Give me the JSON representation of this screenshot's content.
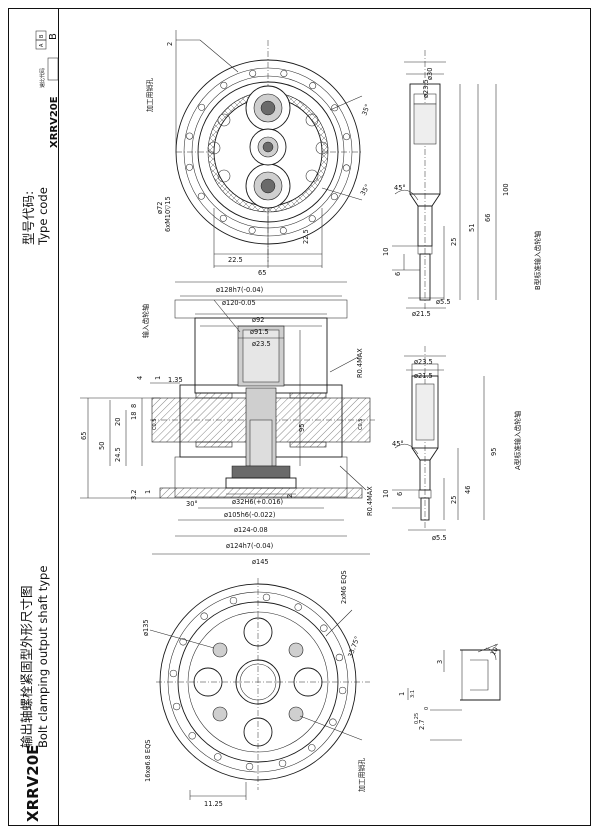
{
  "title": {
    "model": "XRRV20E",
    "cn": "输出轴螺栓紧固型外形尺寸图",
    "en": "Bolt clamping output shaft type"
  },
  "type_code": {
    "label_cn": "型号代码:",
    "label_en": "Type code",
    "value": "XRRV20E",
    "ratio_cn": "速比代码",
    "option_a": "A",
    "option_b": "B",
    "option_big": "B"
  },
  "top_view": {
    "note_process_hole": "加工用销孔",
    "dim_d72": "ø72",
    "dim_screw": "6xM10▽15",
    "dim_22_5": "22.5",
    "dim_22_5b": "22.5",
    "dim_65": "65",
    "angle_35a": "35°",
    "angle_35b": "35°",
    "dim_2": "2"
  },
  "section_view": {
    "dim_d128h7": "ø128h7(-0.04)",
    "dim_d120": "ø120-0.05",
    "dim_d92": "ø92",
    "dim_d91_5": "ø91.5",
    "dim_d23_5": "ø23.5",
    "label_input_gear": "输入齿轮轴",
    "dim_r0_4a": "R0.4MAX",
    "dim_r0_4b": "R0.4MAX",
    "dim_65": "65",
    "dim_50": "50",
    "dim_24_5": "24.5",
    "dim_20": "20",
    "dim_18": "18",
    "dim_8": "8",
    "dim_4": "4",
    "dim_1": "1",
    "dim_1b": "1",
    "dim_3_2": "3.2",
    "dim_95": "95",
    "dim_135": "1.35",
    "dim_30": "30°",
    "dim_c0_5a": "C0.5",
    "dim_c0_5b": "C0.5",
    "dim_d32h6": "ø32H6(+0.016)",
    "dim_d105h6": "ø105h6(-0.022)",
    "dim_d124": "ø124-0.08",
    "dim_d124h7": "ø124h7(-0.04)",
    "dim_d145": "ø145",
    "dim_2": "2"
  },
  "bottom_view": {
    "dim_d135": "ø135",
    "dim_2xm6": "2xM6 EQS",
    "angle_33": "33.75°",
    "note_process_hole": "加工用销孔",
    "dim_16xm6": "16xø6.8 EQS",
    "dim_11_25": "11.25"
  },
  "shaft_b": {
    "dim_d30": "ø30",
    "dim_d23_5": "ø23.5",
    "dim_100": "100",
    "dim_66": "66",
    "dim_51": "51",
    "dim_25": "25",
    "dim_10": "10",
    "dim_6": "6",
    "dim_d5_5": "ø5.5",
    "dim_d21_5": "ø21.5",
    "angle_45": "45°",
    "label": "B型标准输入齿轮轴"
  },
  "shaft_a": {
    "dim_d23_5": "ø23.5",
    "dim_d21_5": "ø21.5",
    "dim_95": "95",
    "dim_46": "46",
    "dim_25": "25",
    "dim_10": "10",
    "dim_6": "6",
    "dim_d5_5": "ø5.5",
    "angle_45": "45°",
    "label": "A型标准输入齿轮轴"
  },
  "detail": {
    "dim_3": "3",
    "dim_2_7": "2.7",
    "tol": "0.25",
    "tol2": "0",
    "angle_10": "10°",
    "scale_1": "1",
    "scale_2": "3:1"
  }
}
